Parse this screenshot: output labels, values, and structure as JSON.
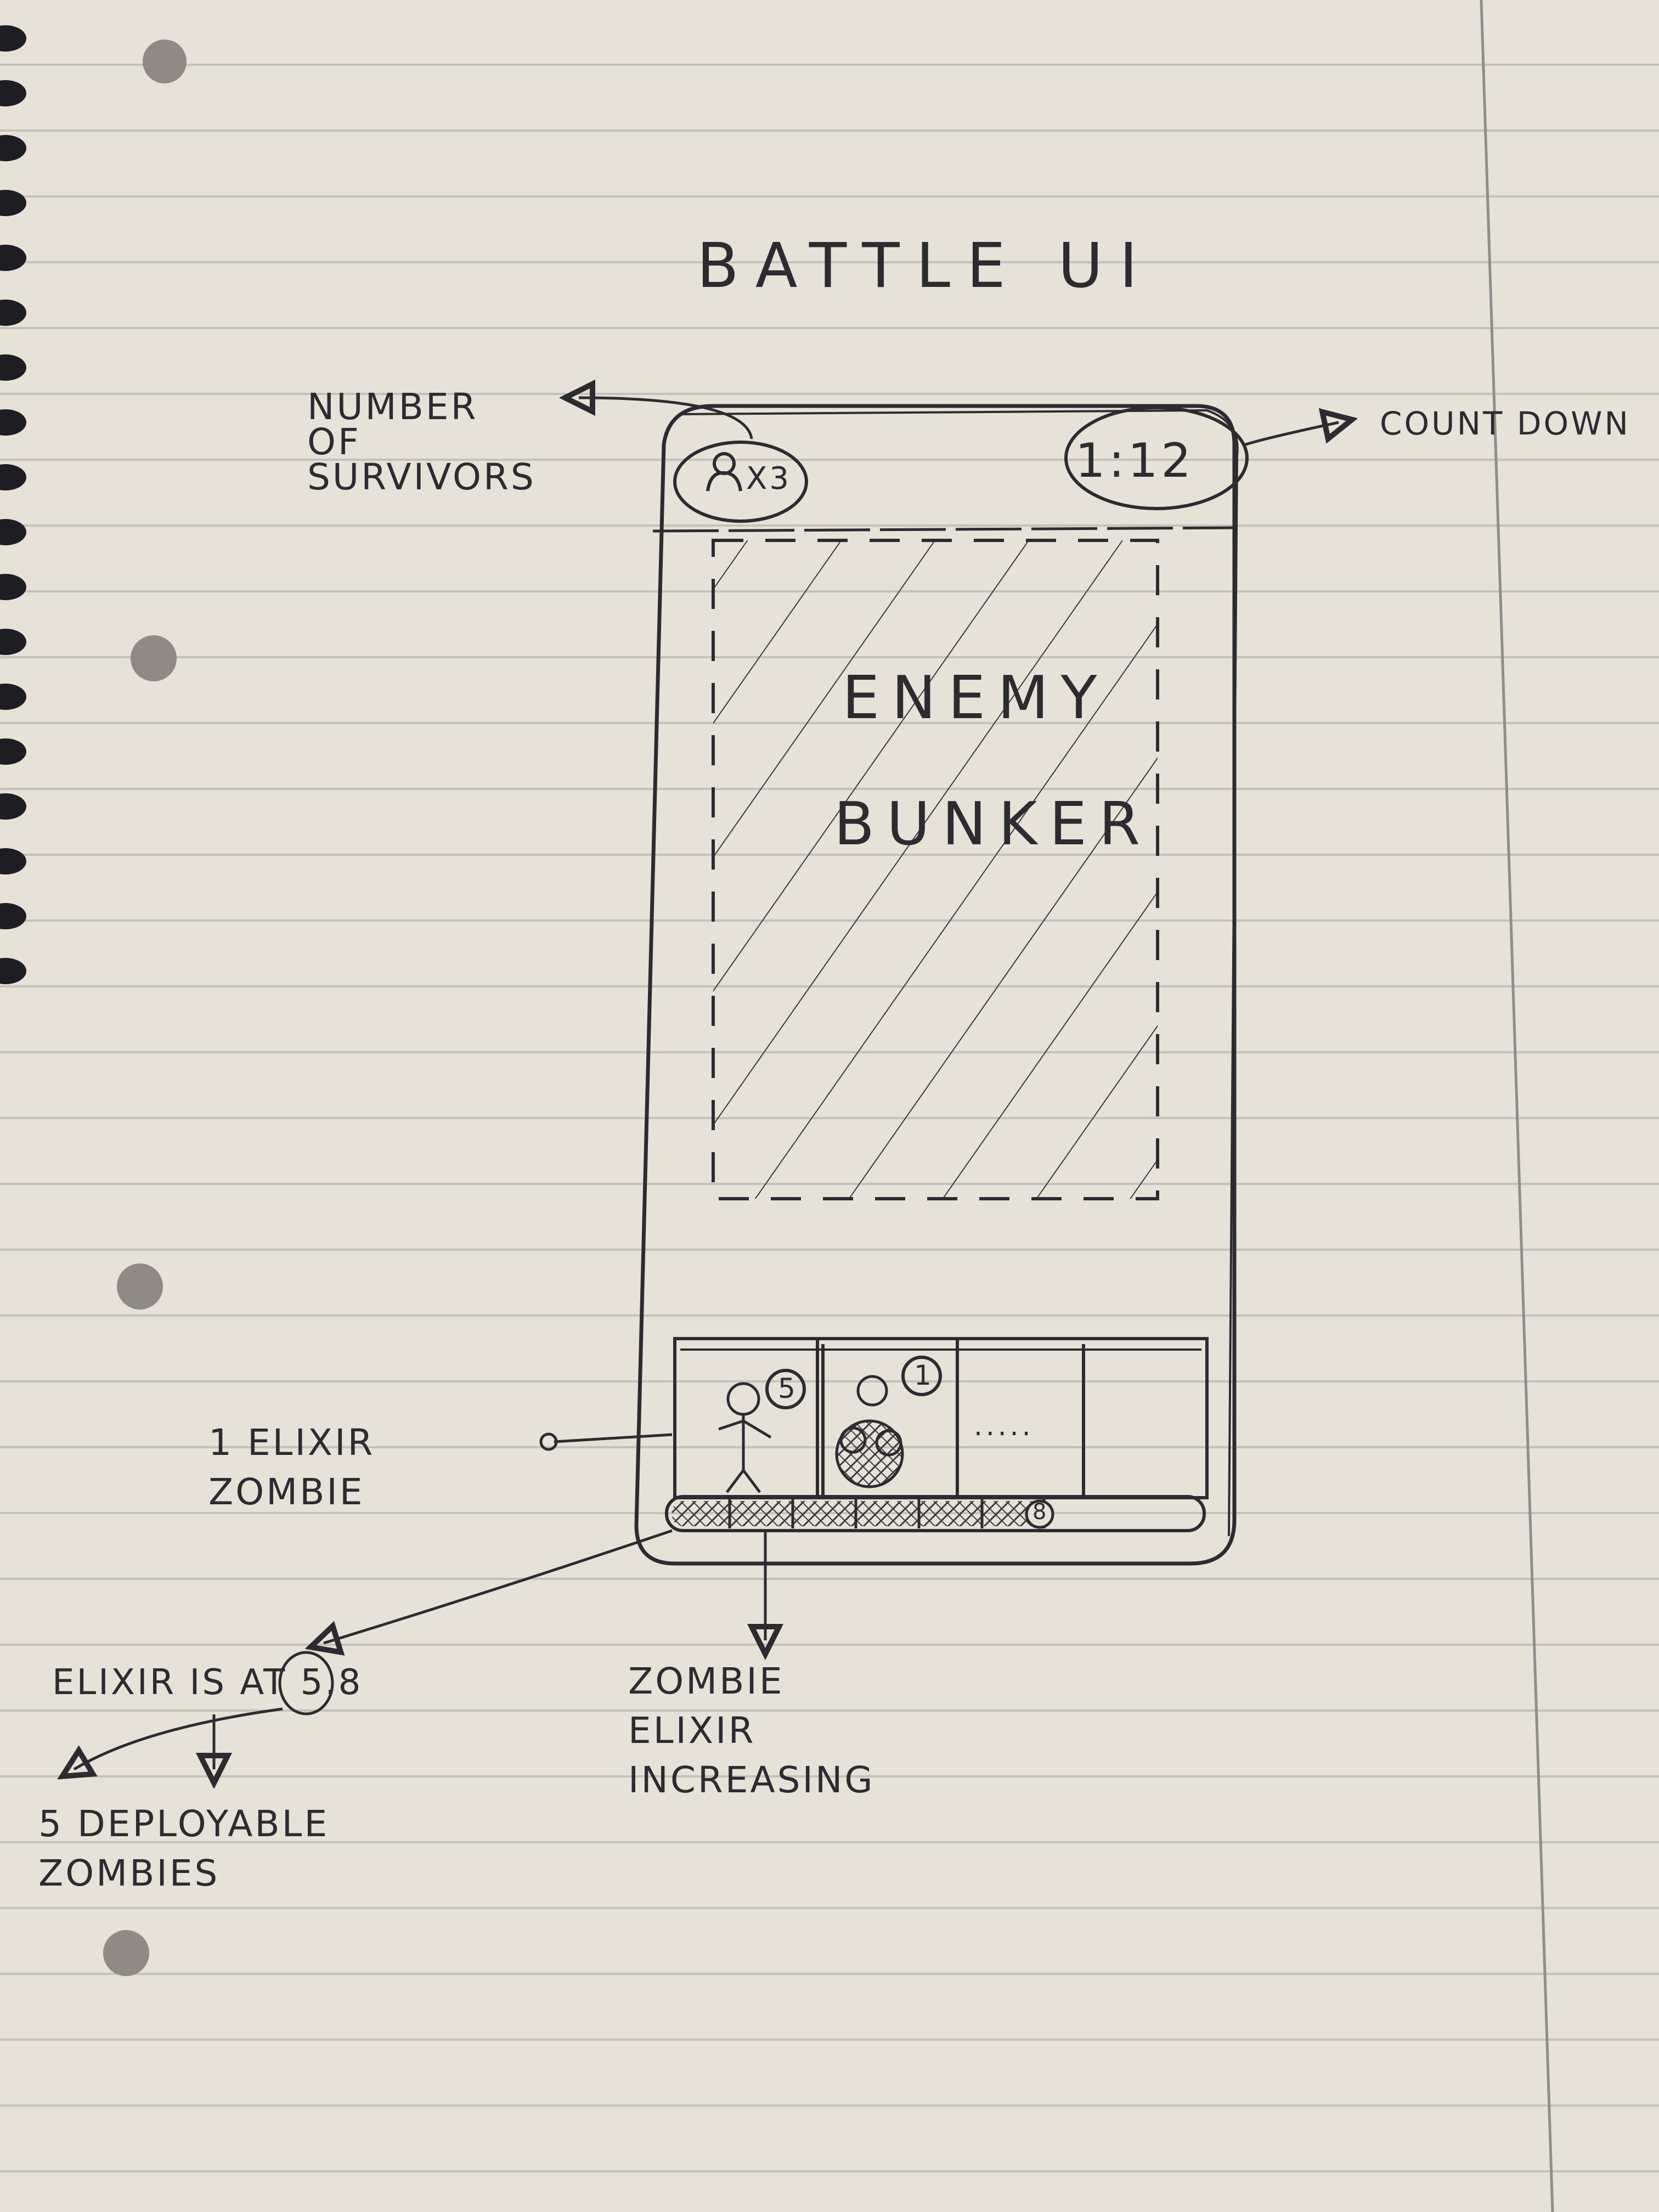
{
  "title": "BATTLE UI",
  "hud": {
    "survivors": {
      "value": "x3",
      "icon": "survivor-icon"
    },
    "countdown": {
      "value": "1:12"
    }
  },
  "arena": {
    "line1": "ENEMY",
    "line2": "BUNKER"
  },
  "deck": {
    "cards": [
      {
        "cost": "5",
        "icon": "zombie-figure-icon"
      },
      {
        "cost": "1",
        "icon": "zombie-group-icon"
      },
      {
        "cost": "",
        "placeholder": "....."
      },
      {
        "cost": ""
      }
    ],
    "elixir_marker": "8"
  },
  "annotations": {
    "survivors": "NUMBER OF SURVIVORS",
    "countdown": "COUNT DOWN",
    "elixir_zombie": "1 ELIXIR ZOMBIE",
    "elixir_at": "ELIXIR IS AT 5.8",
    "deployable": "5 DEPLOYABLE ZOMBIES",
    "elixir_bar": "ZOMBIE ELIXIR INCREASING"
  }
}
